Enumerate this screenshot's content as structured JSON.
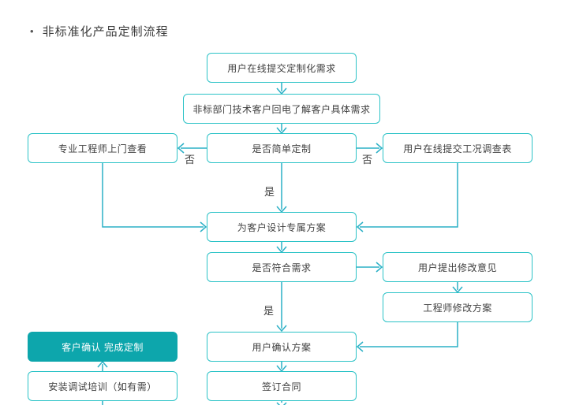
{
  "page": {
    "bullet": "•",
    "title": "非标准化产品定制流程"
  },
  "flowchart": {
    "nodes": [
      {
        "id": "submit-requirement",
        "label": "用户在线提交定制化需求"
      },
      {
        "id": "dept-callback",
        "label": "非标部门技术客户回电了解客户具体需求"
      },
      {
        "id": "engineer-visit",
        "label": "专业工程师上门查看"
      },
      {
        "id": "is-simple-custom",
        "label": "是否简单定制"
      },
      {
        "id": "survey-form",
        "label": "用户在线提交工况调查表"
      },
      {
        "id": "design-plan",
        "label": "为客户设计专属方案"
      },
      {
        "id": "meets-needs",
        "label": "是否符合需求"
      },
      {
        "id": "user-feedback",
        "label": "用户提出修改意见"
      },
      {
        "id": "engineer-revise",
        "label": "工程师修改方案"
      },
      {
        "id": "confirm-complete",
        "label": "客户确认 完成定制"
      },
      {
        "id": "user-confirm-plan",
        "label": "用户确认方案"
      },
      {
        "id": "install-training",
        "label": "安装调试培训（如有需）"
      },
      {
        "id": "sign-contract",
        "label": "签订合同"
      }
    ],
    "edge_labels": {
      "no_left": "否",
      "no_right": "否",
      "yes_mid": "是",
      "yes_lower": "是"
    }
  },
  "colors": {
    "box_border": "#2cc3c7",
    "line": "#2bb0c6",
    "filled_box_bg": "#0da6ac",
    "text": "#3f3f3f"
  }
}
